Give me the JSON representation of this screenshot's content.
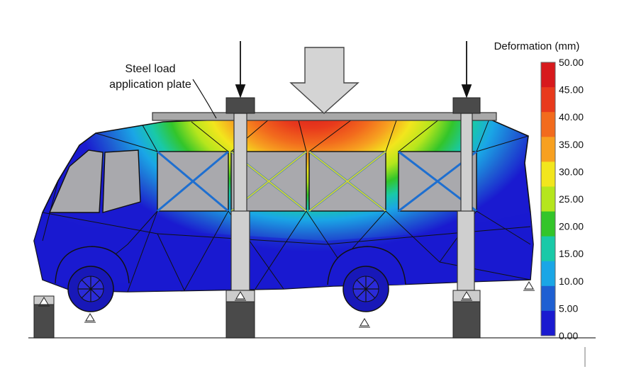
{
  "annotation": {
    "line1": "Steel load",
    "line2": "application plate"
  },
  "legend": {
    "title": "Deformation (mm)",
    "labels": [
      "50.00",
      "45.00",
      "40.00",
      "35.00",
      "30.00",
      "25.00",
      "20.00",
      "15.00",
      "10.00",
      "5.00",
      "0.00"
    ],
    "colors": [
      "#d7191c",
      "#e83a1c",
      "#f26b1d",
      "#f7a020",
      "#f2e61d",
      "#b5e61d",
      "#33c52a",
      "#19c9a8",
      "#1aa6e6",
      "#1e5fd2",
      "#1a1ad0"
    ]
  },
  "colors": {
    "body_low": "#1a1ad0",
    "body_mid": "#1e5fd2",
    "support": "#4a4a4a",
    "plate": "#a8a8a8",
    "arrow_fill": "#d4d4d4"
  }
}
